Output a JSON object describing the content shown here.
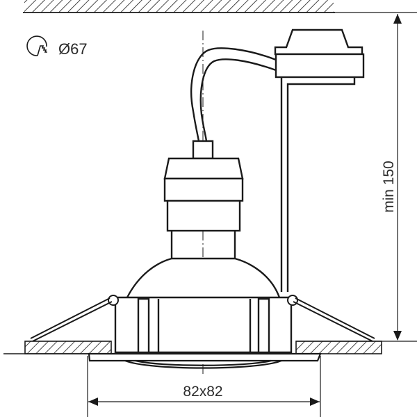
{
  "diagram": {
    "type": "technical-drawing",
    "subject": "recessed downlight fitting, side cross-section",
    "colors": {
      "line": "#1a1a1a",
      "text": "#2a2a2a",
      "background": "#ffffff"
    },
    "labels": {
      "cutout_icon": "hole-saw-icon",
      "cutout_diameter": "Ø67",
      "min_height": "min 150",
      "frame_size": "82x82"
    },
    "dimensions": {
      "cutout_diameter_mm": 67,
      "min_recess_depth_mm": 150,
      "frame_width_mm": 82,
      "frame_height_mm": 82
    },
    "parts": [
      "ceiling-slab-top",
      "false-ceiling-panel",
      "terminal-block",
      "connection-cable",
      "lamp-socket",
      "lamp-reflector",
      "fixture-housing",
      "spring-clips",
      "trim-frame",
      "glass-diffuser",
      "centre-axis-line"
    ]
  }
}
